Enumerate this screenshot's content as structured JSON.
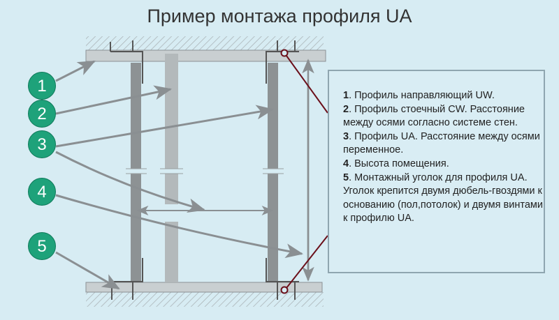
{
  "title": "Пример монтажа профиля UA",
  "badges": [
    "1",
    "2",
    "3",
    "4",
    "5"
  ],
  "legend": [
    {
      "num": "1",
      "text": ". Профиль направляющий UW."
    },
    {
      "num": "2",
      "text": ". Профиль стоечный CW. Расстояние между осями согласно системе стен."
    },
    {
      "num": "3",
      "text": ". Профиль UA. Расстояние между осями переменное."
    },
    {
      "num": "4",
      "text": ". Высота помещения."
    },
    {
      "num": "5",
      "text": ". Монтажный уголок для профиля UA. Уголок крепится двумя дюбель-гвоздями к основанию (пол,потолок) и двумя винтами к профилю UA."
    }
  ],
  "colors": {
    "background": "#d7ecf3",
    "badge": "#1ea27a",
    "connector": "#6b0f1a",
    "arrow": "#8a8f92"
  }
}
